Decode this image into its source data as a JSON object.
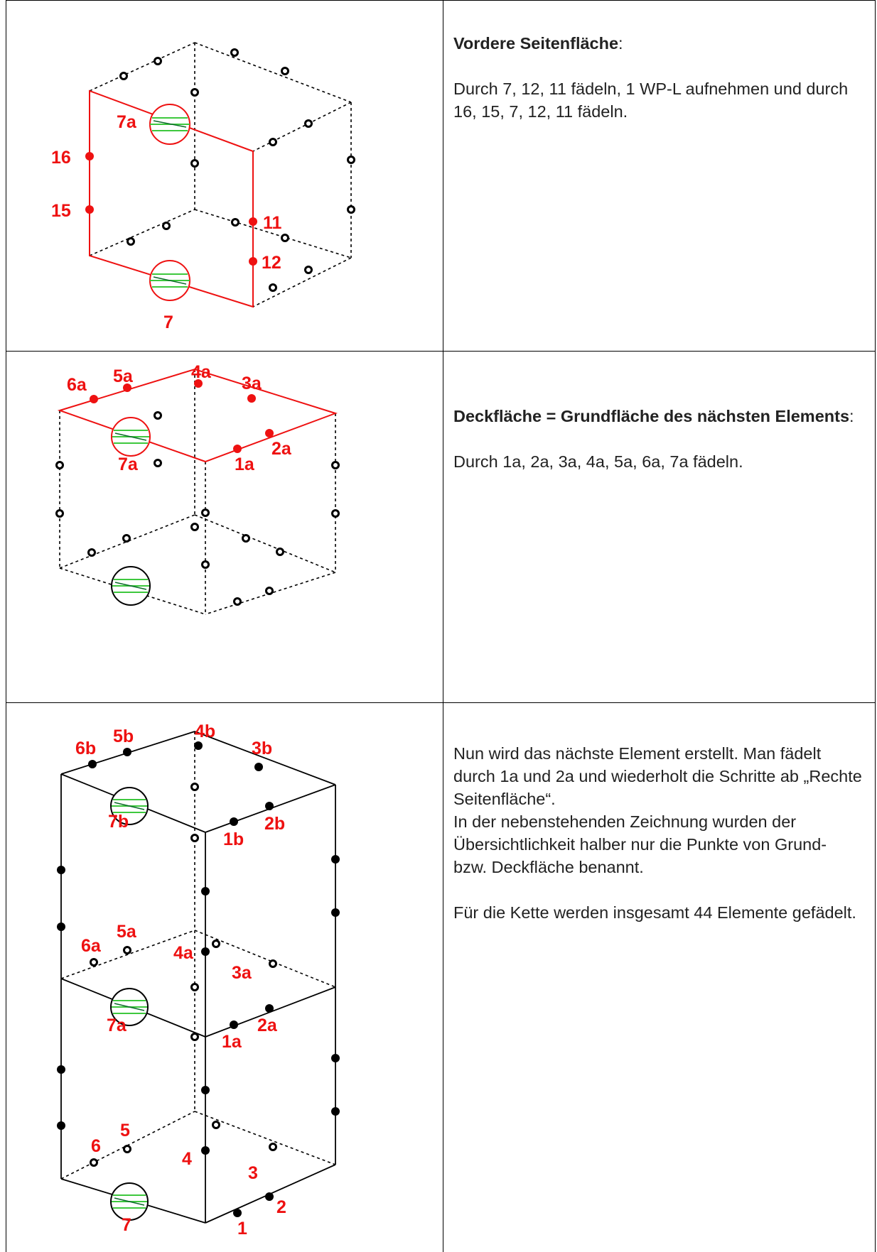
{
  "rows": [
    {
      "heading": "Vordere Seitenfläche",
      "heading_suffix": ":",
      "body": "Durch 7, 12, 11 fädeln, 1 WP-L aufnehmen und durch 16, 15, 7, 12, 11 fädeln.",
      "figure_labels": {
        "a": "7a",
        "b": "16",
        "c": "15",
        "d": "11",
        "e": "12",
        "f": "7"
      }
    },
    {
      "heading": "Deckfläche = Grundfläche des nächsten Elements",
      "heading_suffix": ":",
      "body": "Durch 1a, 2a, 3a, 4a, 5a, 6a, 7a fädeln.",
      "figure_labels": {
        "a": "6a",
        "b": "5a",
        "c": "4a",
        "d": "3a",
        "e": "7a",
        "f": "1a",
        "g": "2a"
      }
    },
    {
      "paragraphs": [
        "Nun wird das nächste Element  erstellt. Man fädelt durch 1a und 2a und wiederholt die Schritte ab „Rechte Seitenfläche“.",
        "In der nebenstehenden Zeichnung wurden der Übersichtlichkeit halber nur die Punkte von Grund- bzw. Deckfläche benannt.",
        "Für die Kette werden insgesamt 44 Elemente gefädelt."
      ],
      "figure_labels": {
        "b6": "6b",
        "b5": "5b",
        "b4": "4b",
        "b3": "3b",
        "b7": "7b",
        "b1": "1b",
        "b2": "2b",
        "a6": "6a",
        "a5": "5a",
        "a4": "4a",
        "a3": "3a",
        "a7": "7a",
        "a1": "1a",
        "a2": "2a",
        "n6": "6",
        "n5": "5",
        "n4": "4",
        "n3": "3",
        "n7": "7",
        "n1": "1",
        "n2": "2"
      }
    }
  ],
  "colors": {
    "highlight": "#ee1111",
    "bead": "#000000",
    "disc_fill": "#ffffff",
    "stripe": "#3ec83e"
  }
}
